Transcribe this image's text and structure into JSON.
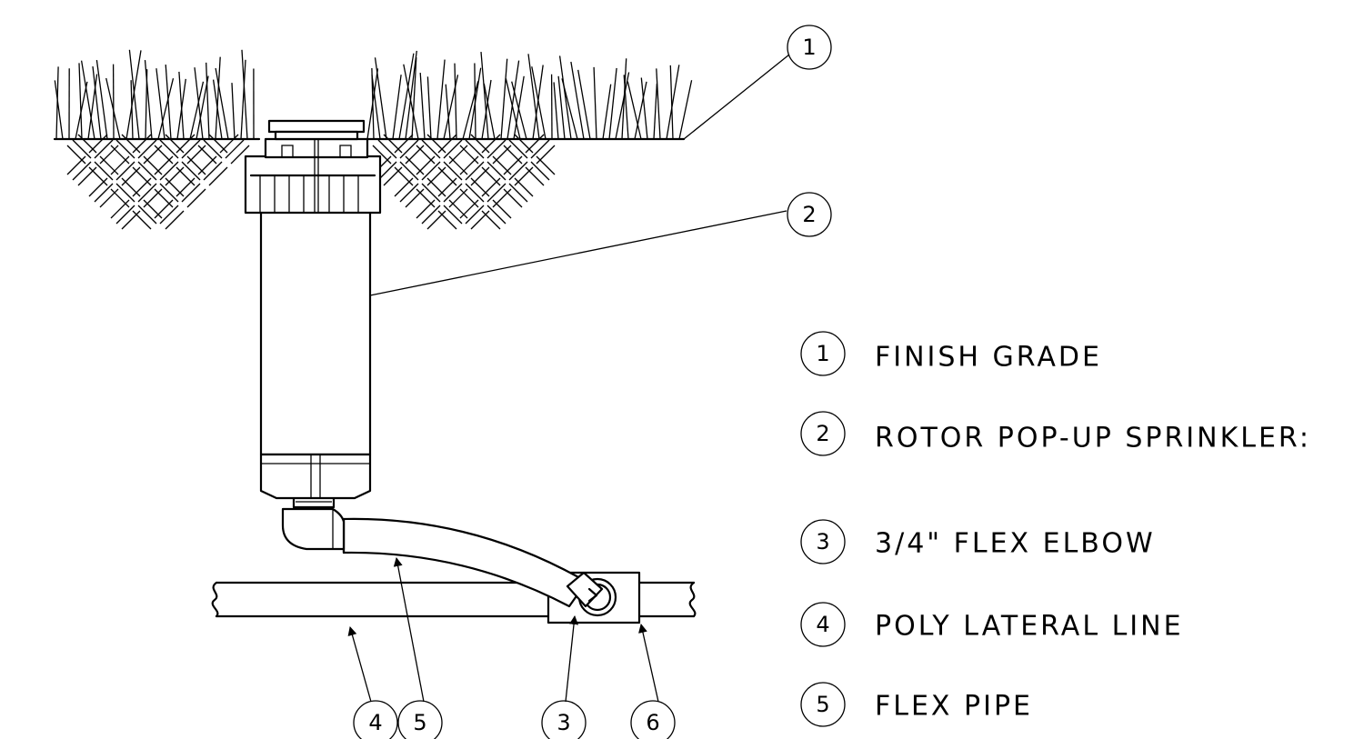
{
  "callouts": {
    "c1": "1",
    "c2": "2",
    "c3": "3",
    "c4": "4",
    "c5": "5",
    "c6": "6"
  },
  "legend": [
    {
      "number": "1",
      "text": "FINISH GRADE"
    },
    {
      "number": "2",
      "text": "ROTOR POP-UP SPRINKLER:"
    },
    {
      "number": "3",
      "text": "3/4\" FLEX ELBOW"
    },
    {
      "number": "4",
      "text": "POLY LATERAL LINE"
    },
    {
      "number": "5",
      "text": "FLEX PIPE"
    }
  ]
}
